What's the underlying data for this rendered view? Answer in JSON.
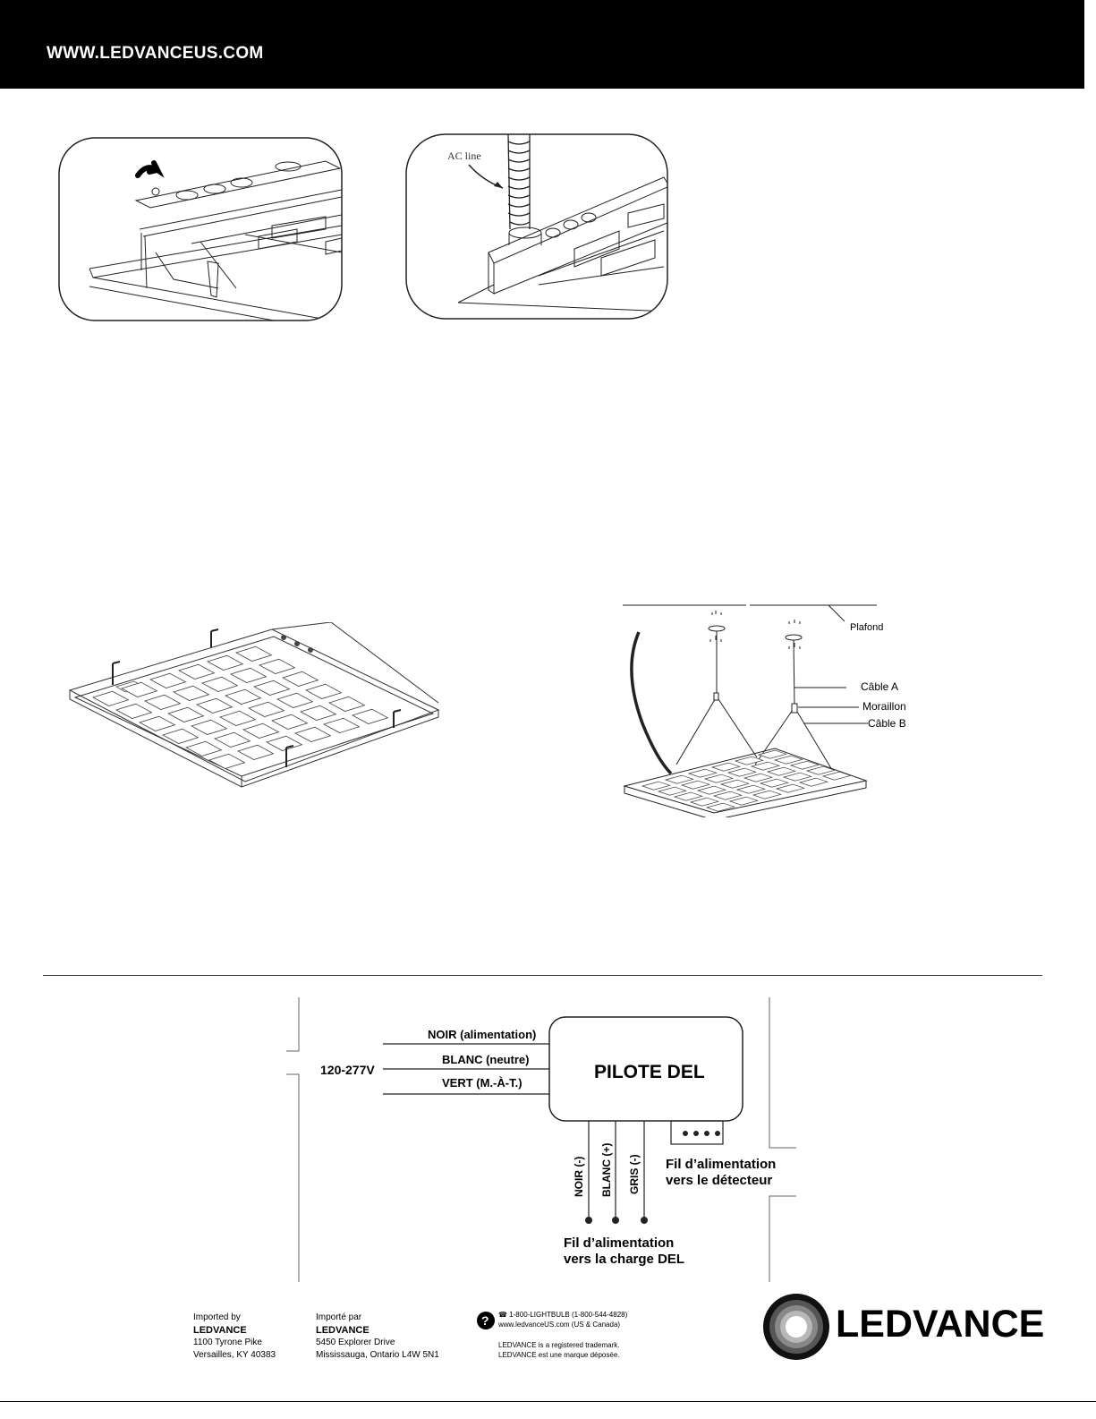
{
  "header": {
    "url": "WWW.LEDVANCEUS.COM"
  },
  "figures": {
    "ac_line_label": "AC line"
  },
  "suspension": {
    "plafond": "Plafond",
    "cable_a": "Câble A",
    "moraillon": "Moraillon",
    "cable_b": "Câble B"
  },
  "wiring": {
    "noir_alim": "NOIR (alimentation)",
    "blanc_neutre": "BLANC (neutre)",
    "vert": "VERT (M.-À-T.)",
    "voltage": "120-277V",
    "driver": "PILOTE DEL",
    "noir_minus": "NOIR (-)",
    "blanc_plus": "BLANC (+)",
    "gris_minus": "GRIS (-)",
    "sensor_line1": "Fil d’alimentation",
    "sensor_line2": "vers le détecteur",
    "load_line1": "Fil d’alimentation",
    "load_line2": "vers la charge DEL"
  },
  "footer": {
    "us": {
      "label": "Imported by",
      "brand": "LEDVANCE",
      "line1": "1100 Tyrone Pike",
      "line2": "Versailles, KY 40383"
    },
    "ca": {
      "label": "Importé par",
      "brand": "LEDVANCE",
      "line1": "5450 Explorer Drive",
      "line2": "Mississauga, Ontario L4W 5N1"
    },
    "phone": "☎ 1-800-LIGHTBULB (1-800-544-4828)",
    "web": "www.ledvanceUS.com (US & Canada)",
    "tm_en": "LEDVANCE is a registered trademark.",
    "tm_fr": "LEDVANCE est une marque déposée.",
    "logo": "LEDVANCE"
  }
}
